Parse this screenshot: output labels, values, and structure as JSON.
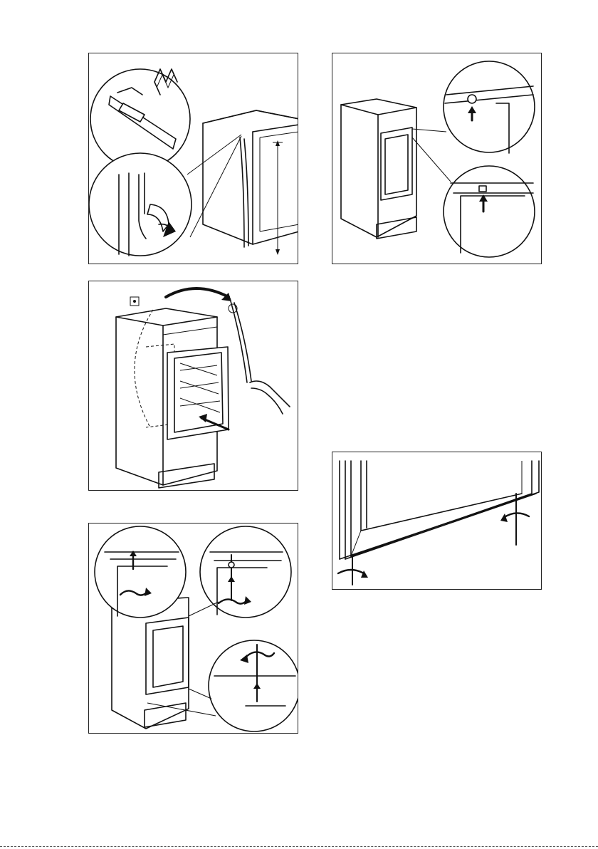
{
  "document": {
    "type": "installation-instructions-page",
    "figures": [
      {
        "id": "fig-1",
        "icon": "door-seal-trim-illustration"
      },
      {
        "id": "fig-2",
        "icon": "cabinet-insertion-illustration"
      },
      {
        "id": "fig-3",
        "icon": "screw-fastening-illustration"
      },
      {
        "id": "fig-4",
        "icon": "bracket-alignment-illustration"
      },
      {
        "id": "fig-5",
        "icon": "door-bottom-screws-illustration"
      }
    ]
  }
}
